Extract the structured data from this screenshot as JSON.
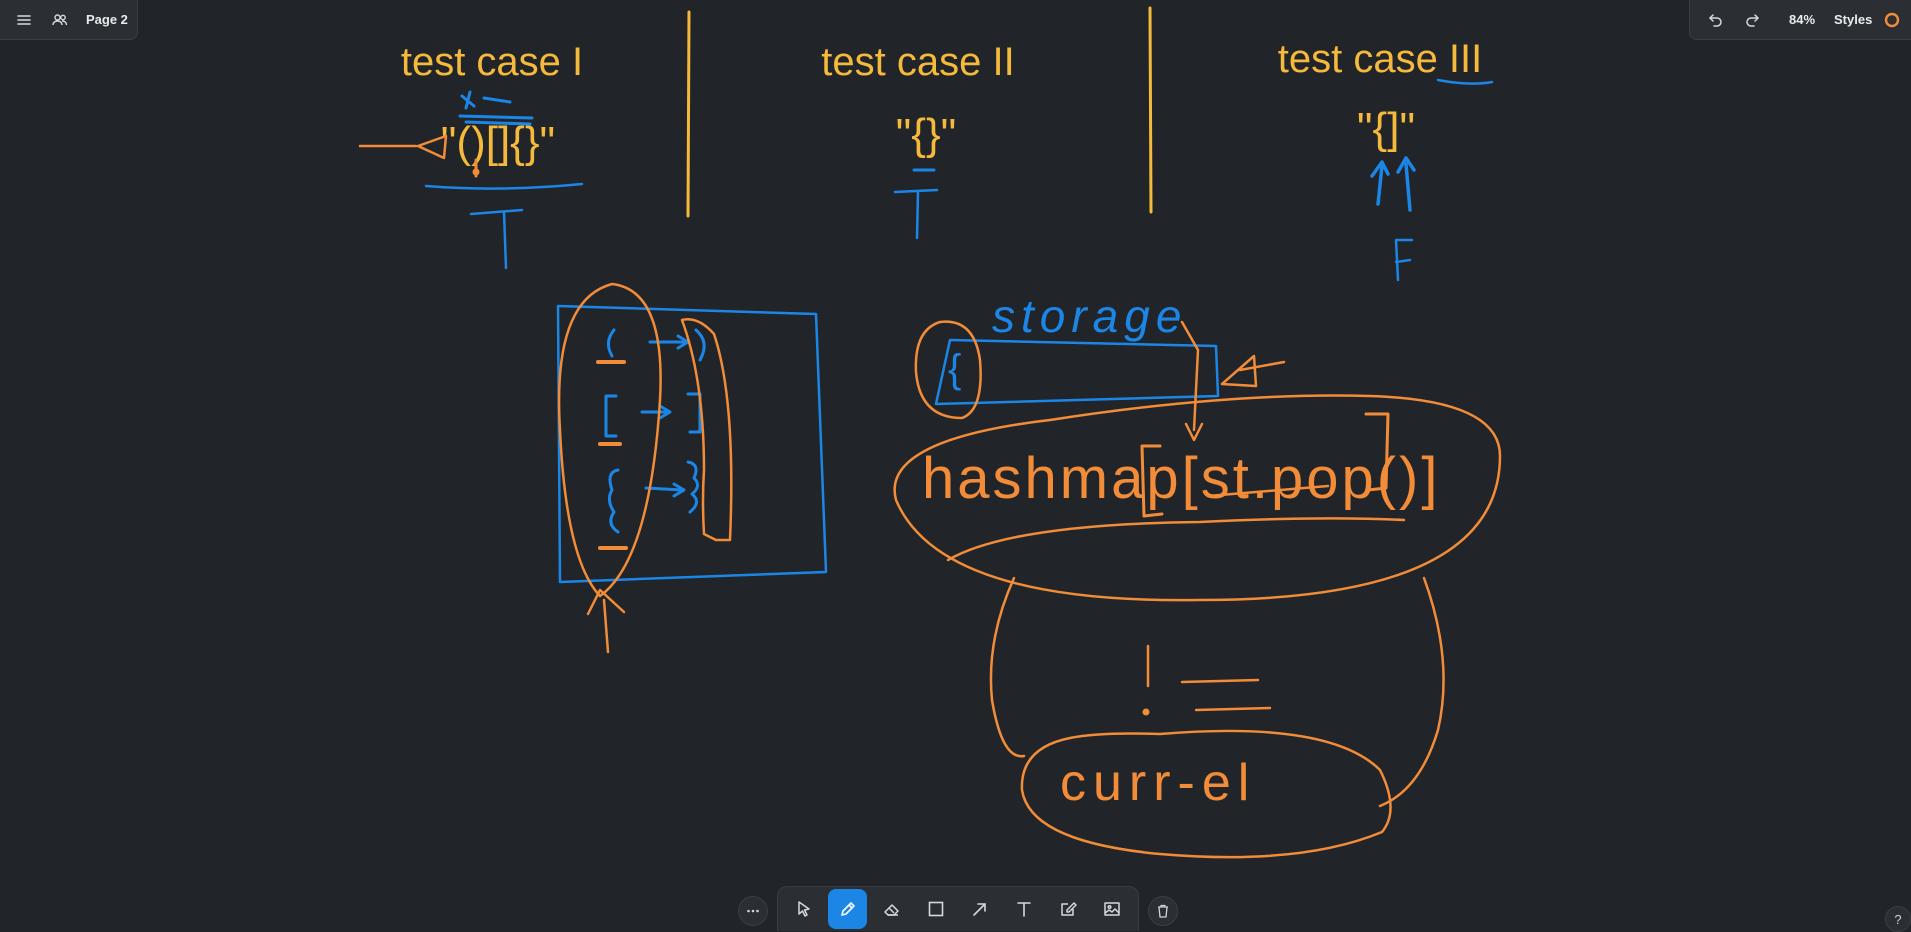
{
  "header": {
    "menu_icon": "hamburger-menu-icon",
    "people_icon": "people-icon",
    "page_name": "Page 2",
    "undo_icon": "undo-icon",
    "redo_icon": "redo-icon",
    "zoom": "84%",
    "styles_label": "Styles",
    "style_color": "#f28c38"
  },
  "toolbar": {
    "more_icon": "more-dots-icon",
    "tools": [
      "select-icon",
      "draw-pencil-icon",
      "eraser-icon",
      "rectangle-icon",
      "arrow-icon",
      "text-icon",
      "note-edit-icon",
      "image-icon"
    ],
    "active_tool": "draw-pencil-icon",
    "trash_icon": "trash-icon"
  },
  "help": {
    "label": "?"
  },
  "canvas": {
    "colors": {
      "orange": "#f28c38",
      "blue": "#1b86e6",
      "yellow": "#f5b93b",
      "background": "#212529"
    },
    "test_cases": [
      {
        "title": "test case I",
        "input": "\"()[]{}\"",
        "result": "T"
      },
      {
        "title": "test case II",
        "input": "\"{}\"",
        "result": "T"
      },
      {
        "title": "test case III",
        "input": "\"{]\"",
        "result": "F"
      }
    ],
    "bracket_pairs": [
      {
        "open": "(",
        "close": ")"
      },
      {
        "open": "[",
        "close": "]"
      },
      {
        "open": "{",
        "close": "}"
      }
    ],
    "storage_label": "storage",
    "storage_item": "{",
    "hashmap_expression": "hashmap[st.pop()]",
    "not_equal": "!=",
    "curr_el": "curr-el"
  }
}
